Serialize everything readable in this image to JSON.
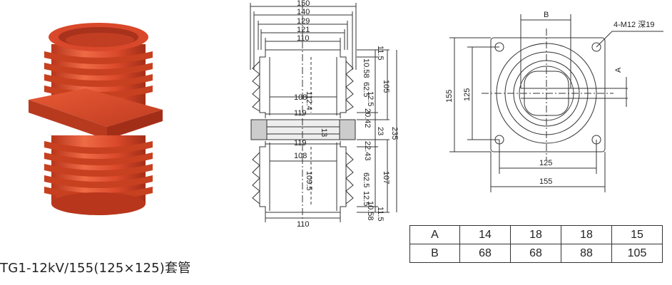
{
  "caption": "TG1-12kV/155(125×125)套管",
  "colors": {
    "product": "#d9482a",
    "product_dark": "#a8321c",
    "product_light": "#ef6a46",
    "line": "#333333"
  },
  "section_view": {
    "top_widths": [
      "150",
      "140",
      "129",
      "121",
      "110"
    ],
    "bottom_width": "110",
    "inner_left": [
      "112.4",
      "108",
      "119",
      "13",
      "119",
      "108",
      "109.5"
    ],
    "right_small": [
      "11.5",
      "10.58",
      "62.5",
      "12.5",
      "20.42",
      "23",
      "22.43",
      "62.5",
      "12.5",
      "10.58",
      "11.5"
    ],
    "right_outer": [
      "105",
      "235",
      "107"
    ]
  },
  "plan_view": {
    "thread_note": "4-M12 深19",
    "top_label": "B",
    "side_label": "A",
    "left_outer": "155",
    "left_inner": "125",
    "bottom_inner": "125",
    "bottom_outer": "155"
  },
  "table": {
    "rows": [
      {
        "label": "A",
        "values": [
          "14",
          "18",
          "18",
          "15"
        ]
      },
      {
        "label": "B",
        "values": [
          "68",
          "68",
          "88",
          "105"
        ]
      }
    ]
  }
}
